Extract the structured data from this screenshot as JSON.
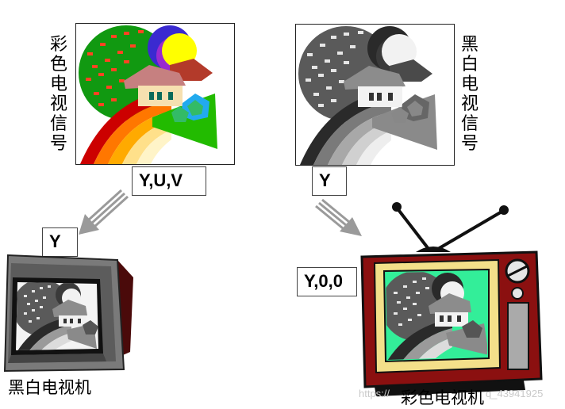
{
  "left_image": {
    "vertical_label": "彩色电视信号",
    "label": "Y,U,V"
  },
  "right_image": {
    "vertical_label": "黑白电视信号",
    "label": "Y"
  },
  "bw_tv": {
    "input_label": "Y",
    "caption": "黑白电视机"
  },
  "color_tv": {
    "input_label": "Y,0,0",
    "caption": "彩色电视机"
  },
  "watermark": {
    "left": "https://",
    "right": "q_43941925"
  },
  "colors": {
    "green": "#119911",
    "red": "#b40000",
    "tv_frame": "#8b1010",
    "tv_yellow": "#f3e08a",
    "screen_green": "#33ee99",
    "gray_dark": "#555555"
  }
}
